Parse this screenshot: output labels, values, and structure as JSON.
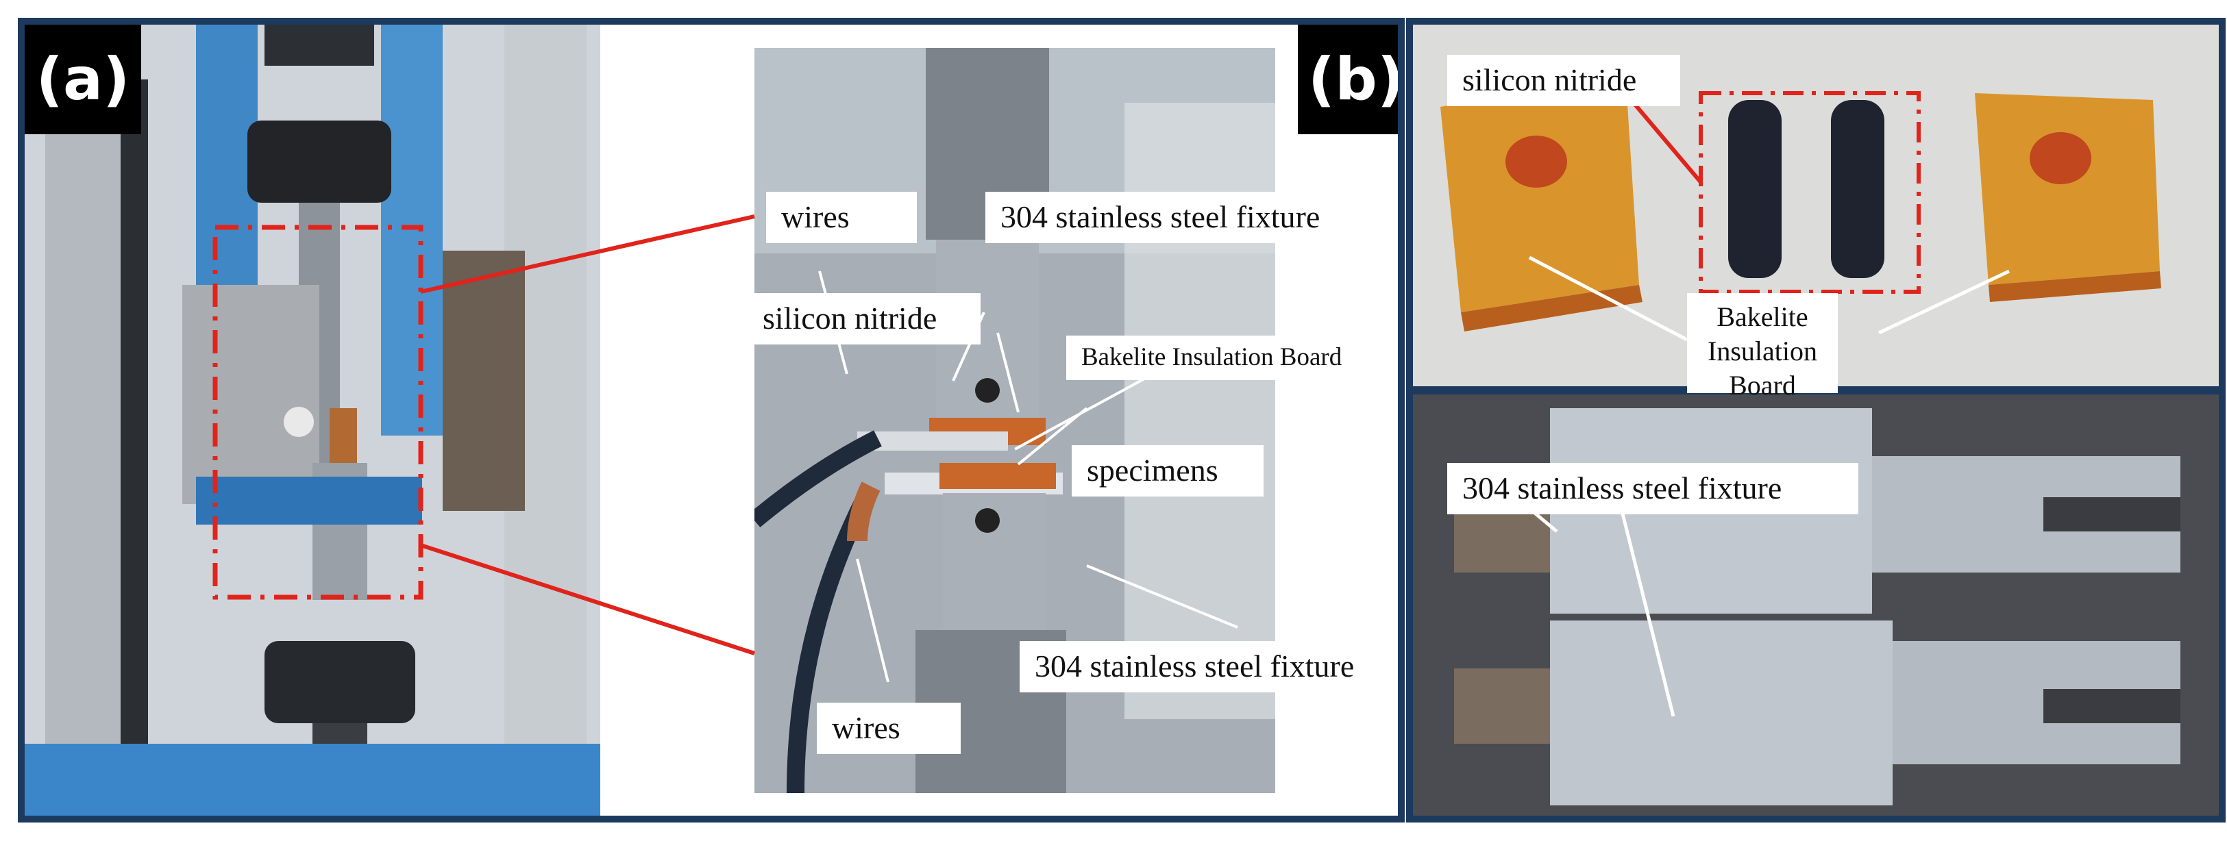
{
  "panel_a": {
    "tag": "(a)",
    "labels": {
      "wires_top": "wires",
      "fixture_top": "304 stainless steel fixture",
      "silicon_nitride": "silicon nitride",
      "bakelite_board": "Bakelite Insulation Board",
      "specimens": "specimens",
      "fixture_bottom": "304 stainless steel fixture",
      "wires_bottom": "wires"
    }
  },
  "panel_b": {
    "tag": "(b)",
    "labels": {
      "silicon_nitride": "silicon nitride",
      "bakelite_line1": "Bakelite",
      "bakelite_line2": "Insulation",
      "bakelite_line3": "Board",
      "fixture": "304 stainless steel fixture"
    }
  },
  "colors": {
    "frame": "#1d3a5e",
    "callout_red": "#e0241b",
    "highlight_dash": "#e0241b",
    "bakelite_orange": "#d9952b",
    "steel": "#b8bec6"
  }
}
